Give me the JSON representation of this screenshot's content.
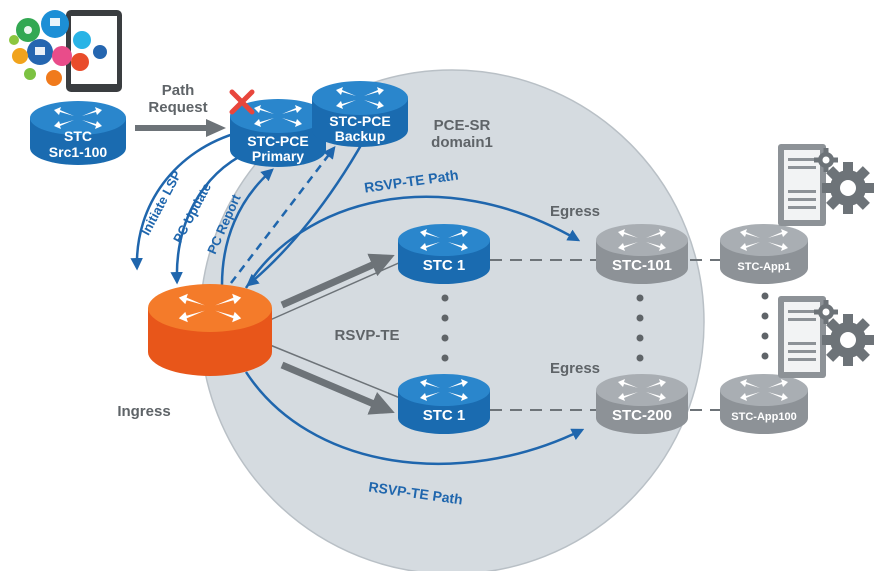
{
  "colors": {
    "blue_router": "#1a6bb0",
    "blue_router_top": "#2a86cc",
    "grey_router": "#9a9fa4",
    "orange_router": "#f26a1b",
    "domain_fill": "#d5dbe0",
    "link_blue": "#1f66ad",
    "label_grey": "#5f6468",
    "arrow_grey": "#6d7378",
    "fail_red": "#e8463c"
  },
  "icons": [
    "smart-devices-icon",
    "server-icon",
    "gear-icon",
    "router-icon",
    "fail-x-icon"
  ],
  "nodes": {
    "src": [
      "STC",
      "Src1-100"
    ],
    "pce_primary": [
      "STC-PCE",
      "Primary"
    ],
    "pce_backup": [
      "STC-PCE",
      "Backup"
    ],
    "stc1_top": "STC 1",
    "stc1_bottom": "STC 1",
    "stc101": "STC-101",
    "stc200": "STC-200",
    "app1": "STC-App1",
    "app100": "STC-App100"
  },
  "labels": {
    "path_request": [
      "Path",
      "Request"
    ],
    "domain": [
      "PCE-SR",
      "domain1"
    ],
    "initiate_lsp": "Initiate LSP",
    "pc_update": "PC Update",
    "pc_report": "PC Report",
    "rsvp_te_path_top": "RSVP-TE Path",
    "rsvp_te_path_bottom": "RSVP-TE Path",
    "egress_top": "Egress",
    "egress_bottom": "Egress",
    "rsvp_te": "RSVP-TE",
    "ingress": "Ingress"
  }
}
